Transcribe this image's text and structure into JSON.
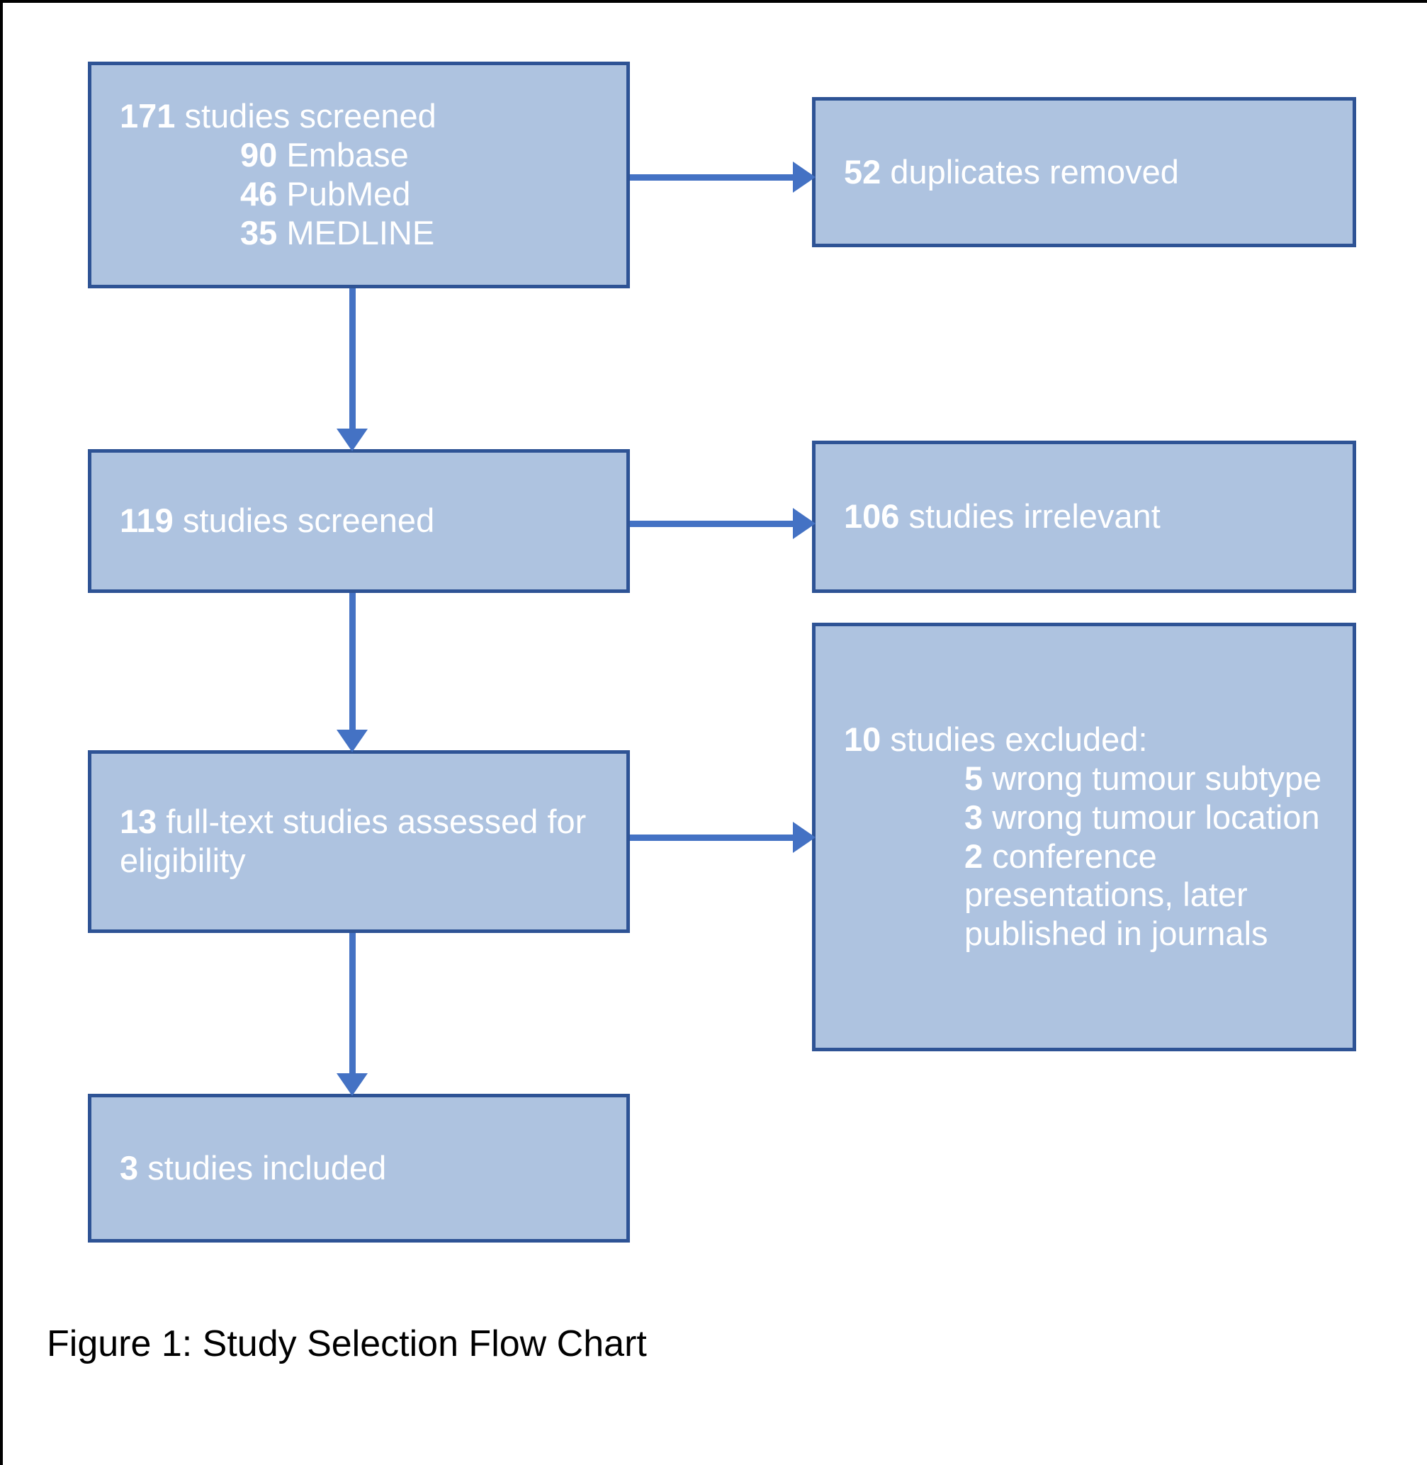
{
  "figure": {
    "caption": "Figure 1: Study Selection Flow Chart",
    "colors": {
      "box_fill": "#AEC3E0",
      "box_border": "#2E5395",
      "arrow": "#4472C4",
      "box_text": "#FFFFFF",
      "caption_text": "#000000",
      "background": "#FFFFFF"
    }
  },
  "chart_data": {
    "type": "diagram",
    "title": "Figure 1: Study Selection Flow Chart",
    "nodes": [
      {
        "id": "screened-total",
        "count": 171,
        "lines": [
          {
            "number": "171",
            "text": " studies screened",
            "indent": false
          },
          {
            "number": "90",
            "text": " Embase",
            "indent": true
          },
          {
            "number": "46",
            "text": " PubMed",
            "indent": true
          },
          {
            "number": "35",
            "text": " MEDLINE",
            "indent": true
          }
        ]
      },
      {
        "id": "duplicates-removed",
        "count": 52,
        "lines": [
          {
            "number": "52",
            "text": " duplicates removed",
            "indent": false
          }
        ]
      },
      {
        "id": "studies-screened",
        "count": 119,
        "lines": [
          {
            "number": "119",
            "text": " studies screened",
            "indent": false
          }
        ]
      },
      {
        "id": "studies-irrelevant",
        "count": 106,
        "lines": [
          {
            "number": "106",
            "text": " studies irrelevant",
            "indent": false
          }
        ]
      },
      {
        "id": "full-text-assessed",
        "count": 13,
        "lines": [
          {
            "number": "13",
            "text": " full-text studies assessed for eligibility",
            "indent": false
          }
        ]
      },
      {
        "id": "studies-excluded",
        "count": 10,
        "lines": [
          {
            "number": "10",
            "text": " studies excluded:",
            "indent": false
          },
          {
            "number": "5",
            "text": " wrong tumour subtype",
            "indent": true
          },
          {
            "number": "3",
            "text": " wrong tumour location",
            "indent": true
          },
          {
            "number": "2",
            "text": " conference presentations, later published in journals",
            "indent": true
          }
        ]
      },
      {
        "id": "studies-included",
        "count": 3,
        "lines": [
          {
            "number": "3",
            "text": " studies included",
            "indent": false
          }
        ]
      }
    ],
    "edges": [
      {
        "from": "screened-total",
        "to": "duplicates-removed",
        "direction": "right"
      },
      {
        "from": "screened-total",
        "to": "studies-screened",
        "direction": "down"
      },
      {
        "from": "studies-screened",
        "to": "studies-irrelevant",
        "direction": "right"
      },
      {
        "from": "studies-screened",
        "to": "full-text-assessed",
        "direction": "down"
      },
      {
        "from": "full-text-assessed",
        "to": "studies-excluded",
        "direction": "right"
      },
      {
        "from": "full-text-assessed",
        "to": "studies-included",
        "direction": "down"
      }
    ]
  }
}
